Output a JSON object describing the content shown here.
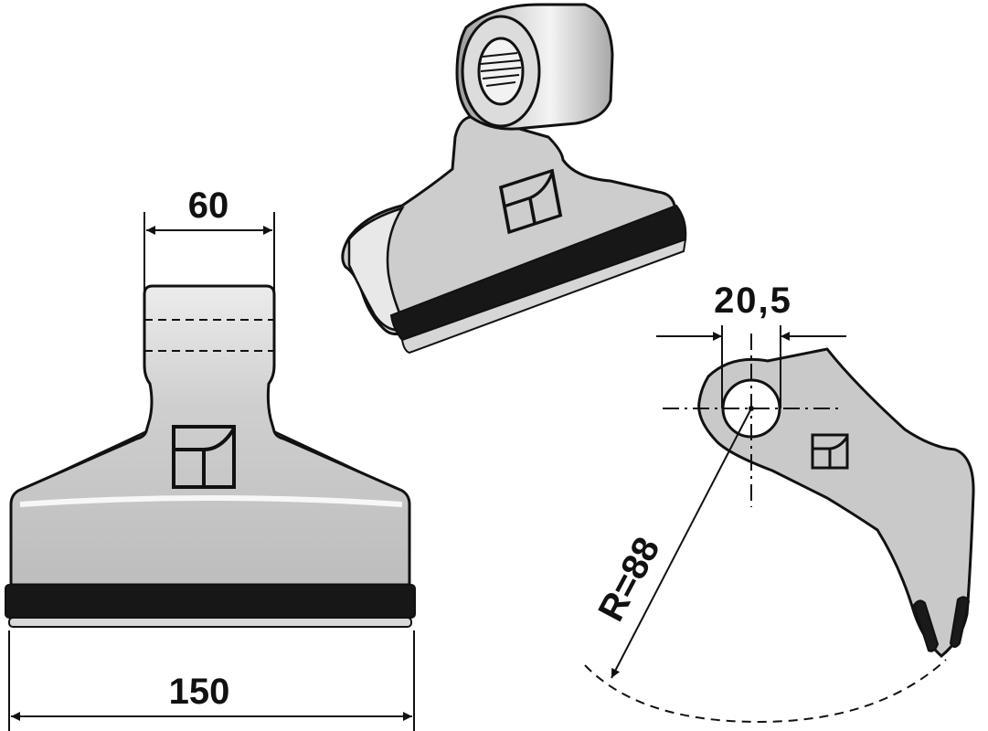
{
  "dimensions": {
    "width_top": "60",
    "width_bottom": "150",
    "hole_diameter": "20,5",
    "radius": "R=88"
  },
  "colors": {
    "part_fill": "#c8c8c8",
    "part_light": "#e6e6e6",
    "part_shadow": "#8c8c8c",
    "edge_dark": "#141414",
    "line": "#111111"
  },
  "icons": {
    "logo": "square-logo-icon"
  }
}
